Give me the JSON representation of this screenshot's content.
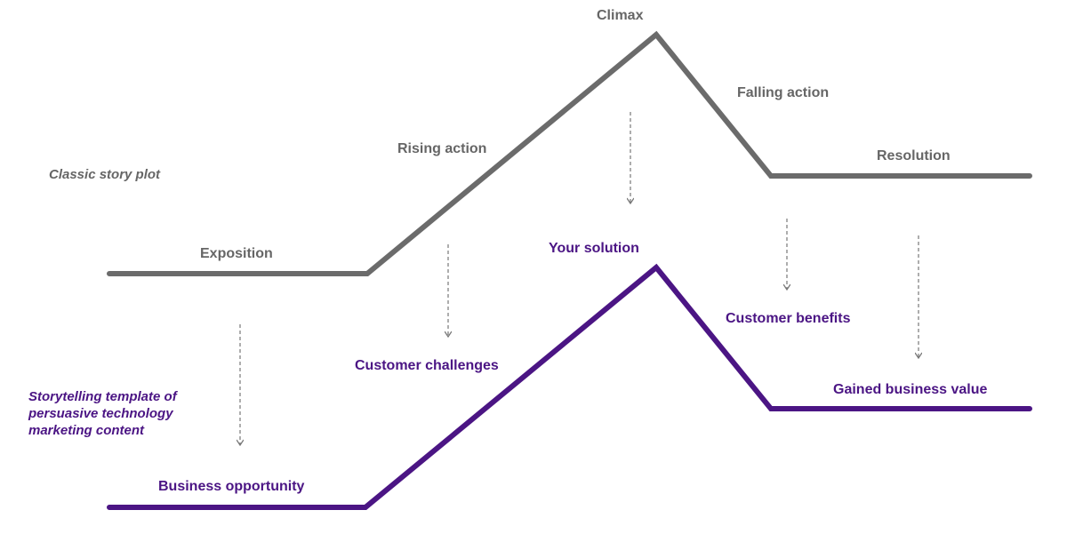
{
  "colors": {
    "classic": "#6b6b6b",
    "template": "#4b1584",
    "arrow": "#777777",
    "background": "#ffffff"
  },
  "classic_plot": {
    "caption": "Classic story plot",
    "stages": {
      "exposition": "Exposition",
      "rising_action": "Rising action",
      "climax": "Climax",
      "falling_action": "Falling action",
      "resolution": "Resolution"
    }
  },
  "template_plot": {
    "caption": "Storytelling template of persuasive technology marketing content",
    "stages": {
      "business_opportunity": "Business opportunity",
      "customer_challenges": "Customer challenges",
      "your_solution": "Your solution",
      "customer_benefits": "Customer benefits",
      "gained_business_value": "Gained business value"
    }
  },
  "mappings": [
    {
      "from": "Exposition",
      "to": "Business opportunity"
    },
    {
      "from": "Rising action",
      "to": "Customer challenges"
    },
    {
      "from": "Climax",
      "to": "Your solution"
    },
    {
      "from": "Falling action",
      "to": "Customer benefits"
    },
    {
      "from": "Resolution",
      "to": "Gained business value"
    }
  ]
}
